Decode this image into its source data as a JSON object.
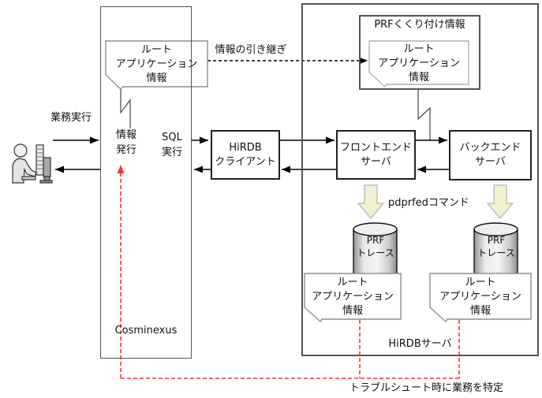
{
  "user_flow": {
    "exec_label": "業務実行",
    "info_issue_label": "情報\n発行",
    "sql_exec_label": "SQL\n実行"
  },
  "cosminexus": {
    "name": "Cosminexus",
    "root_app_callout": "ルート\nアプリケーション\n情報"
  },
  "handover_label": "情報の引き継ぎ",
  "hirdb_client_label": "HiRDB\nクライアント",
  "hirdb_server": {
    "name": "HiRDBサーバ",
    "prf_binding_title": "PRFくくり付け情報",
    "prf_binding_callout": "ルート\nアプリケーション\n情報",
    "frontend_label": "フロントエンド\nサーバ",
    "backend_label": "バックエンド\nサーバ",
    "pdprfed_label": "pdprfedコマンド",
    "trace1_label": "PRF\nトレース",
    "trace1_callout": "ルート\nアプリケーション\n情報",
    "trace2_label": "PRF\nトレース",
    "trace2_callout": "ルート\nアプリケーション\n情報"
  },
  "troubleshoot_label": "トラブルシュート時に業務を特定",
  "icons": {
    "user": "person-at-computer"
  },
  "colors": {
    "troubleshoot_red": "#ff3333",
    "block_arrow_fill": "#f1f1cf",
    "block_arrow_stroke": "#c0c0c0",
    "box_border": "#555555"
  }
}
